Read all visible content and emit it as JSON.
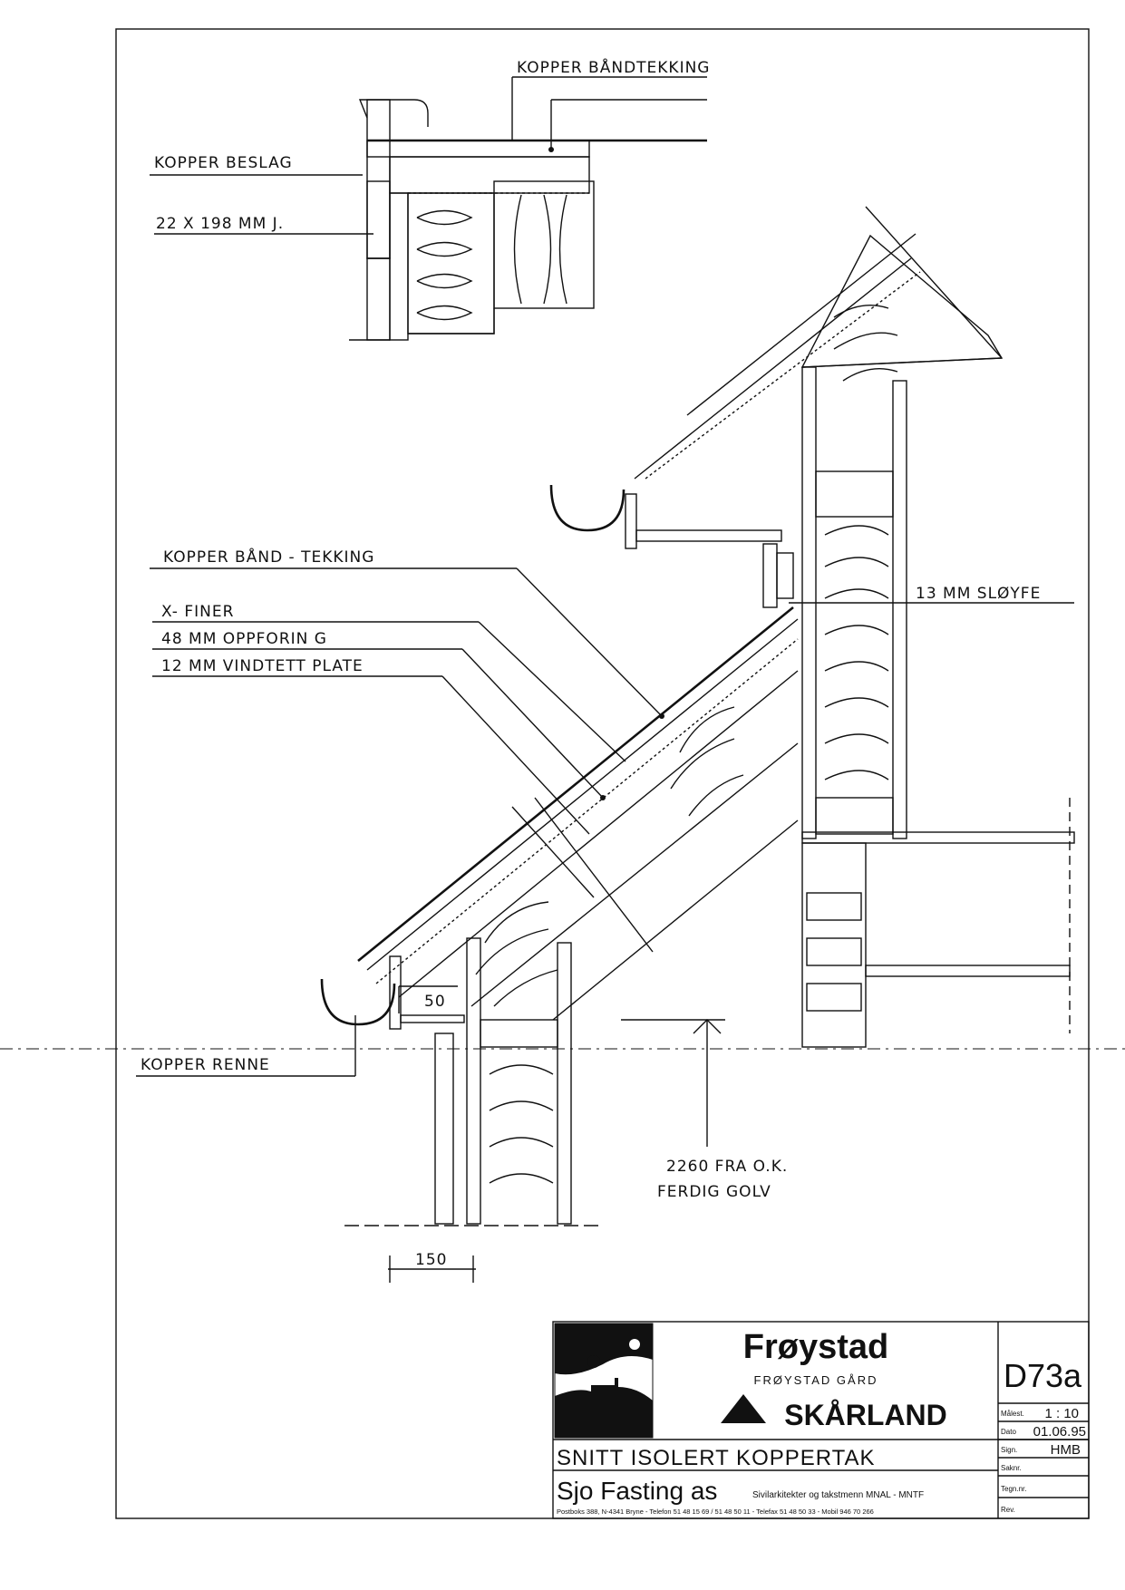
{
  "labels": {
    "kopper_bandtekking_top": "KOPPER BÅNDTEKKING",
    "kopper_beslag": "KOPPER BESLAG",
    "j_22x198": "22 X 198 MM J.",
    "kopper_band_tekking": "KOPPER BÅND - TEKKING",
    "x_finer": "X- FINER",
    "oppforing_48": "48 MM OPPFORIN G",
    "vindtett_12": "12 MM VINDTETT PLATE",
    "sloyfe_13": "13 MM SLØYFE",
    "kopper_renne": "KOPPER RENNE",
    "dim_50": "50",
    "dim_150": "150",
    "height_line1": "2260 FRA O.K.",
    "height_line2": "FERDIG GOLV"
  },
  "title_block": {
    "brand": "Frøystad",
    "subtitle": "FRØYSTAD GÅRD",
    "company": "SKÅRLAND",
    "drawing_no": "D73a",
    "title": "SNITT ISOLERT KOPPERTAK",
    "firm": "Sjo Fasting as",
    "firm_desc": "Sivilarkitekter og takstmenn MNAL - MNTF",
    "address": "Postboks 388, N-4341 Bryne - Telefon 51 48 15 69 / 51 48 50 11 - Telefax 51 48 50 33 - Mobil 946 70 266",
    "fields": [
      {
        "key": "Målest.",
        "value": "1 : 10"
      },
      {
        "key": "Dato",
        "value": "01.06.95"
      },
      {
        "key": "Sign.",
        "value": "HMB"
      },
      {
        "key": "Saknr.",
        "value": ""
      },
      {
        "key": "Tegn.nr.",
        "value": ""
      },
      {
        "key": "Rev.",
        "value": ""
      }
    ]
  }
}
